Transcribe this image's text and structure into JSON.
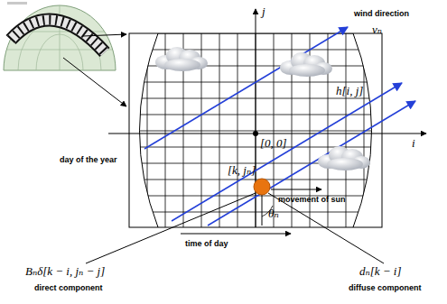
{
  "diagram": {
    "labels": [
      "j",
      "wind direction",
      "vₙ",
      "h[i, j]",
      "i",
      "[0, 0]",
      "day of the year",
      "[k, jₙ]",
      "movement of sun",
      "θₙ",
      "time of day",
      "Bₙδ[k − i, jₙ − j]",
      "direct component",
      "dₙ[k − i]",
      "diffuse component"
    ]
  }
}
